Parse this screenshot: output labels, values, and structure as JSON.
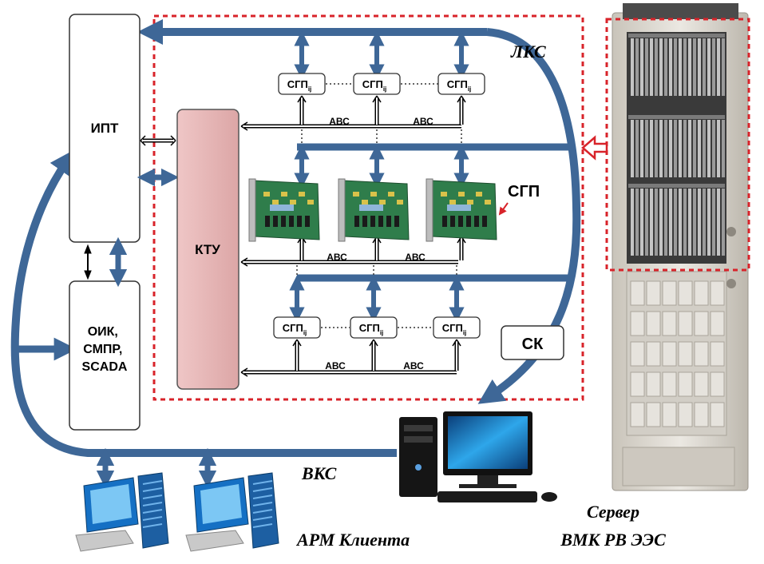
{
  "colors": {
    "bus": "#3e6797",
    "dash_frame": "#d8232a",
    "ktu_fill": "#e9b7b7",
    "board": "#2f7d4b",
    "rack": "#d9d5cd",
    "screen": "#1f8fd8"
  },
  "blocks": {
    "ipt": "ИПТ",
    "oik": "ОИК,\nСМПР,\nSCADA",
    "ktu": "КТУ"
  },
  "buses": {
    "lks": "ЛКС",
    "vks": "ВКС",
    "sk": "СК"
  },
  "sgp_base": "СГП",
  "sgp_sub": "ij",
  "sgp_board_label": "СГП",
  "abc": "АВС",
  "captions": {
    "client": "АРМ Клиента",
    "server_line1": "Сервер",
    "server_line2": "ВМК РВ ЭЭС"
  },
  "icons": {
    "rack": "server-rack-icon",
    "server": "desktop-server-icon",
    "client": "workstation-icon",
    "board": "circuit-board-icon"
  }
}
